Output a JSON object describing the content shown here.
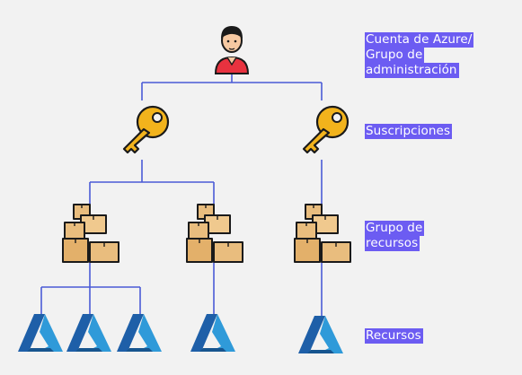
{
  "labels": {
    "account": [
      "Cuenta de Azure/",
      "Grupo de",
      "administración"
    ],
    "subscriptions": [
      "Suscripciones"
    ],
    "resource_groups": [
      "Grupo de",
      "recursos"
    ],
    "resources": [
      "Recursos"
    ]
  },
  "colors": {
    "background": "#f2f2f2",
    "connector": "#4b5bd6",
    "label_highlight": "#6c5cf2",
    "label_text": "#ffffff",
    "key": "#f2b31c",
    "box": "#e9bd7e",
    "box_outline": "#1a1a1a",
    "azure_blue": "#1e7ab8",
    "person_shirt": "#e8323f"
  },
  "icons": {
    "account": "person-icon",
    "subscription": "key-icon",
    "resource_group": "boxes-icon",
    "resource": "azure-logo-icon"
  }
}
